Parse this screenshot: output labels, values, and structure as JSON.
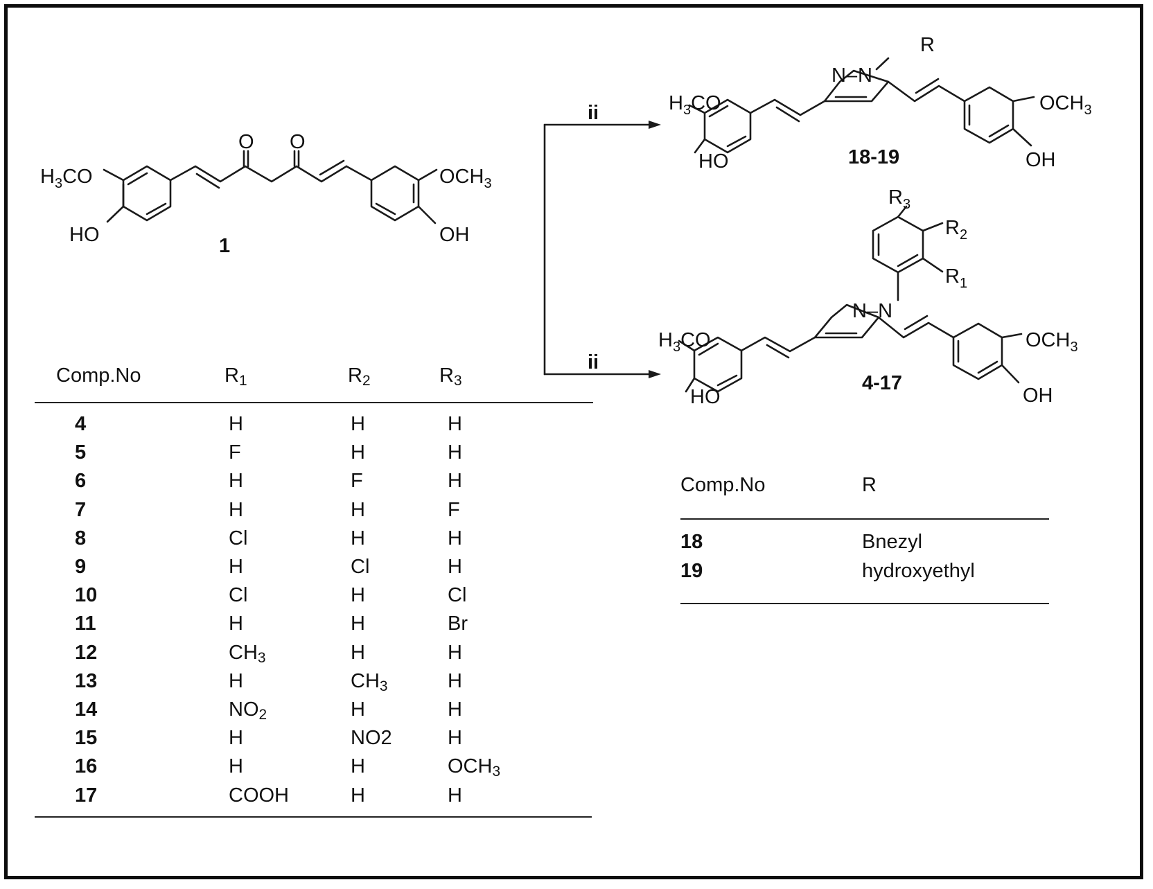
{
  "compound_1": {
    "number": "1",
    "substituents": {
      "left_methoxy": "H3CO",
      "left_hydroxy": "HO",
      "right_methoxy": "OCH3",
      "right_hydroxy": "OH",
      "carbonyl_left": "O",
      "carbonyl_right": "O"
    }
  },
  "reaction": {
    "reagent_top": "ii",
    "reagent_bottom": "ii"
  },
  "product_top": {
    "number": "18-19",
    "n_substituent": "R",
    "ring_n1": "N",
    "ring_n2": "N",
    "left_methoxy": "H3CO",
    "left_hydroxy": "HO",
    "right_methoxy": "OCH3",
    "right_hydroxy": "OH"
  },
  "product_bottom": {
    "number": "4-17",
    "ring_n1": "N",
    "ring_n2": "N",
    "aryl_r1": "R1",
    "aryl_r2": "R2",
    "aryl_r3": "R3",
    "left_methoxy": "H3CO",
    "left_hydroxy": "HO",
    "right_methoxy": "OCH3",
    "right_hydroxy": "OH"
  },
  "table_left": {
    "headers": [
      "Comp.No",
      "R1",
      "R2",
      "R3"
    ],
    "rows": [
      [
        "4",
        "H",
        "H",
        "H"
      ],
      [
        "5",
        "F",
        "H",
        "H"
      ],
      [
        "6",
        "H",
        "F",
        "H"
      ],
      [
        "7",
        "H",
        "H",
        "F"
      ],
      [
        "8",
        "Cl",
        "H",
        "H"
      ],
      [
        "9",
        "H",
        "Cl",
        "H"
      ],
      [
        "10",
        "Cl",
        "H",
        "Cl"
      ],
      [
        "11",
        "H",
        "H",
        "Br"
      ],
      [
        "12",
        "CH3",
        "H",
        "H"
      ],
      [
        "13",
        "H",
        "CH3",
        "H"
      ],
      [
        "14",
        "NO2",
        "H",
        "H"
      ],
      [
        "15",
        "H",
        "NO2",
        "H"
      ],
      [
        "16",
        "H",
        "H",
        "OCH3"
      ],
      [
        "17",
        "COOH",
        "H",
        "H"
      ]
    ]
  },
  "table_right": {
    "headers": [
      "Comp.No",
      "R"
    ],
    "rows": [
      [
        "18",
        "Bnezyl"
      ],
      [
        "19",
        "hydroxyethyl"
      ]
    ]
  }
}
